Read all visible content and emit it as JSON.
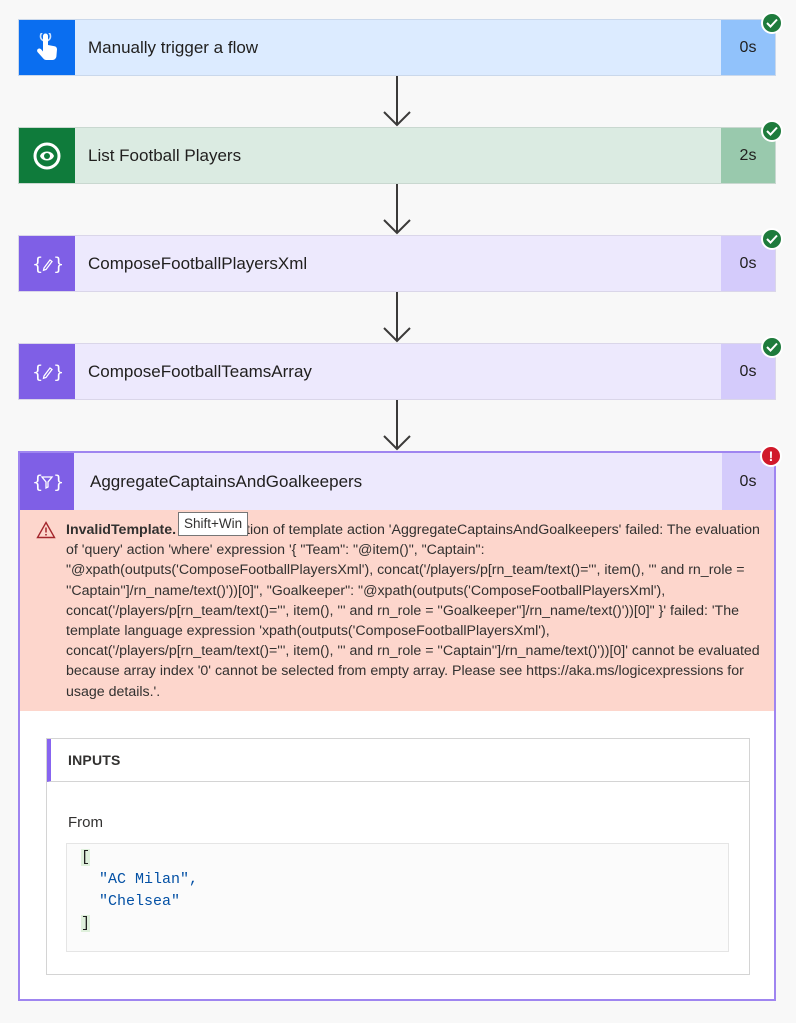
{
  "steps": [
    {
      "title": "Manually trigger a flow",
      "duration": "0s",
      "status": "succeeded",
      "icon": "touch-hand-icon"
    },
    {
      "title": "List Football Players",
      "duration": "2s",
      "status": "succeeded",
      "icon": "dataverse-icon"
    },
    {
      "title": "ComposeFootballPlayersXml",
      "duration": "0s",
      "status": "succeeded",
      "icon": "compose-icon"
    },
    {
      "title": "ComposeFootballTeamsArray",
      "duration": "0s",
      "status": "succeeded",
      "icon": "compose-icon"
    }
  ],
  "failed_step": {
    "title": "AggregateCaptainsAndGoalkeepers",
    "duration": "0s",
    "status_badge": "!",
    "icon": "filter-array-icon",
    "error": {
      "code": "InvalidTemplate.",
      "message": " The execution of template action 'AggregateCaptainsAndGoalkeepers' failed: The evaluation of 'query' action 'where' expression '{ \"Team\": \"@item()\", \"Captain\": \"@xpath(outputs('ComposeFootballPlayersXml'), concat('/players/p[rn_team/text()=''', item(), ''' and rn_role = ''Captain'']/rn_name/text()'))[0]\", \"Goalkeeper\": \"@xpath(outputs('ComposeFootballPlayersXml'), concat('/players/p[rn_team/text()=''', item(), ''' and rn_role = ''Goalkeeper'']/rn_name/text()'))[0]\" }' failed: 'The template language expression 'xpath(outputs('ComposeFootballPlayersXml'), concat('/players/p[rn_team/text()=''', item(), ''' and rn_role = ''Captain'']/rn_name/text()'))[0]' cannot be evaluated because array index '0' cannot be selected from empty array. Please see https://aka.ms/logicexpressions for usage details.'."
    },
    "tooltip": "Shift+Win",
    "inputs": {
      "header": "INPUTS",
      "from_label": "From",
      "code_open": "[",
      "items": [
        "\"AC Milan\",",
        "\"Chelsea\""
      ],
      "code_close": "]"
    }
  },
  "colors": {
    "trigger": "#0a6ef0",
    "dataverse": "#0f7b3b",
    "compose": "#7f5fe6",
    "success": "#1e7b3c",
    "error": "#d1192a",
    "error_bg": "#fdd6cc"
  }
}
